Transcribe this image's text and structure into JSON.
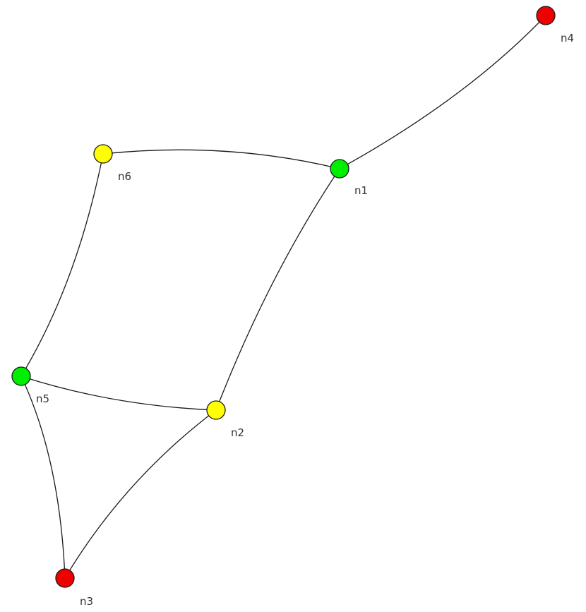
{
  "diagram": {
    "colors": {
      "background": "#ffffff",
      "edge": "#1a1a1a",
      "node_outline": "#1a1a1a",
      "label": "#333333"
    },
    "nodes": [
      {
        "id": "n1",
        "label": "n1",
        "color": "#00ee00"
      },
      {
        "id": "n2",
        "label": "n2",
        "color": "#ffff00"
      },
      {
        "id": "n3",
        "label": "n3",
        "color": "#ee0000"
      },
      {
        "id": "n4",
        "label": "n4",
        "color": "#ee0000"
      },
      {
        "id": "n5",
        "label": "n5",
        "color": "#00ee00"
      },
      {
        "id": "n6",
        "label": "n6",
        "color": "#ffff00"
      }
    ],
    "edges": [
      {
        "from": "n4",
        "to": "n1"
      },
      {
        "from": "n6",
        "to": "n1"
      },
      {
        "from": "n1",
        "to": "n2"
      },
      {
        "from": "n6",
        "to": "n5"
      },
      {
        "from": "n5",
        "to": "n2"
      },
      {
        "from": "n5",
        "to": "n3"
      },
      {
        "from": "n2",
        "to": "n3"
      }
    ]
  }
}
